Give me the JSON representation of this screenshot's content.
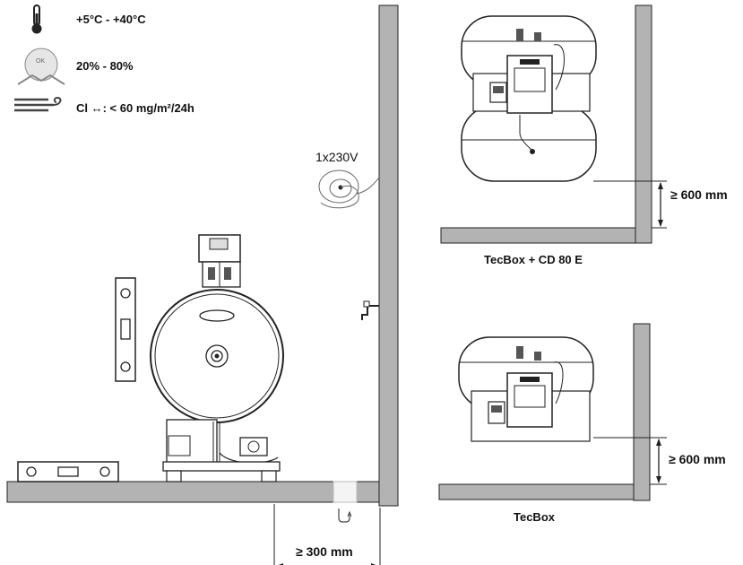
{
  "conditions": {
    "temperature": "+5°C - +40°C",
    "humidity": "20% - 80%",
    "chlorine": "Cl ↔: < 60 mg/m²/24h",
    "humidity_icon_text": "OK"
  },
  "labels": {
    "power": "1x230V",
    "floor_clearance": "≥ 300 mm",
    "clearance_top": "≥ 600 mm",
    "clearance_bottom": "≥ 600 mm",
    "caption_top": "TecBox + CD 80 E",
    "caption_bottom": "TecBox"
  },
  "colors": {
    "wall_fill": "#b3b3b3",
    "line": "#222222",
    "tank_fill": "#ffffff"
  }
}
